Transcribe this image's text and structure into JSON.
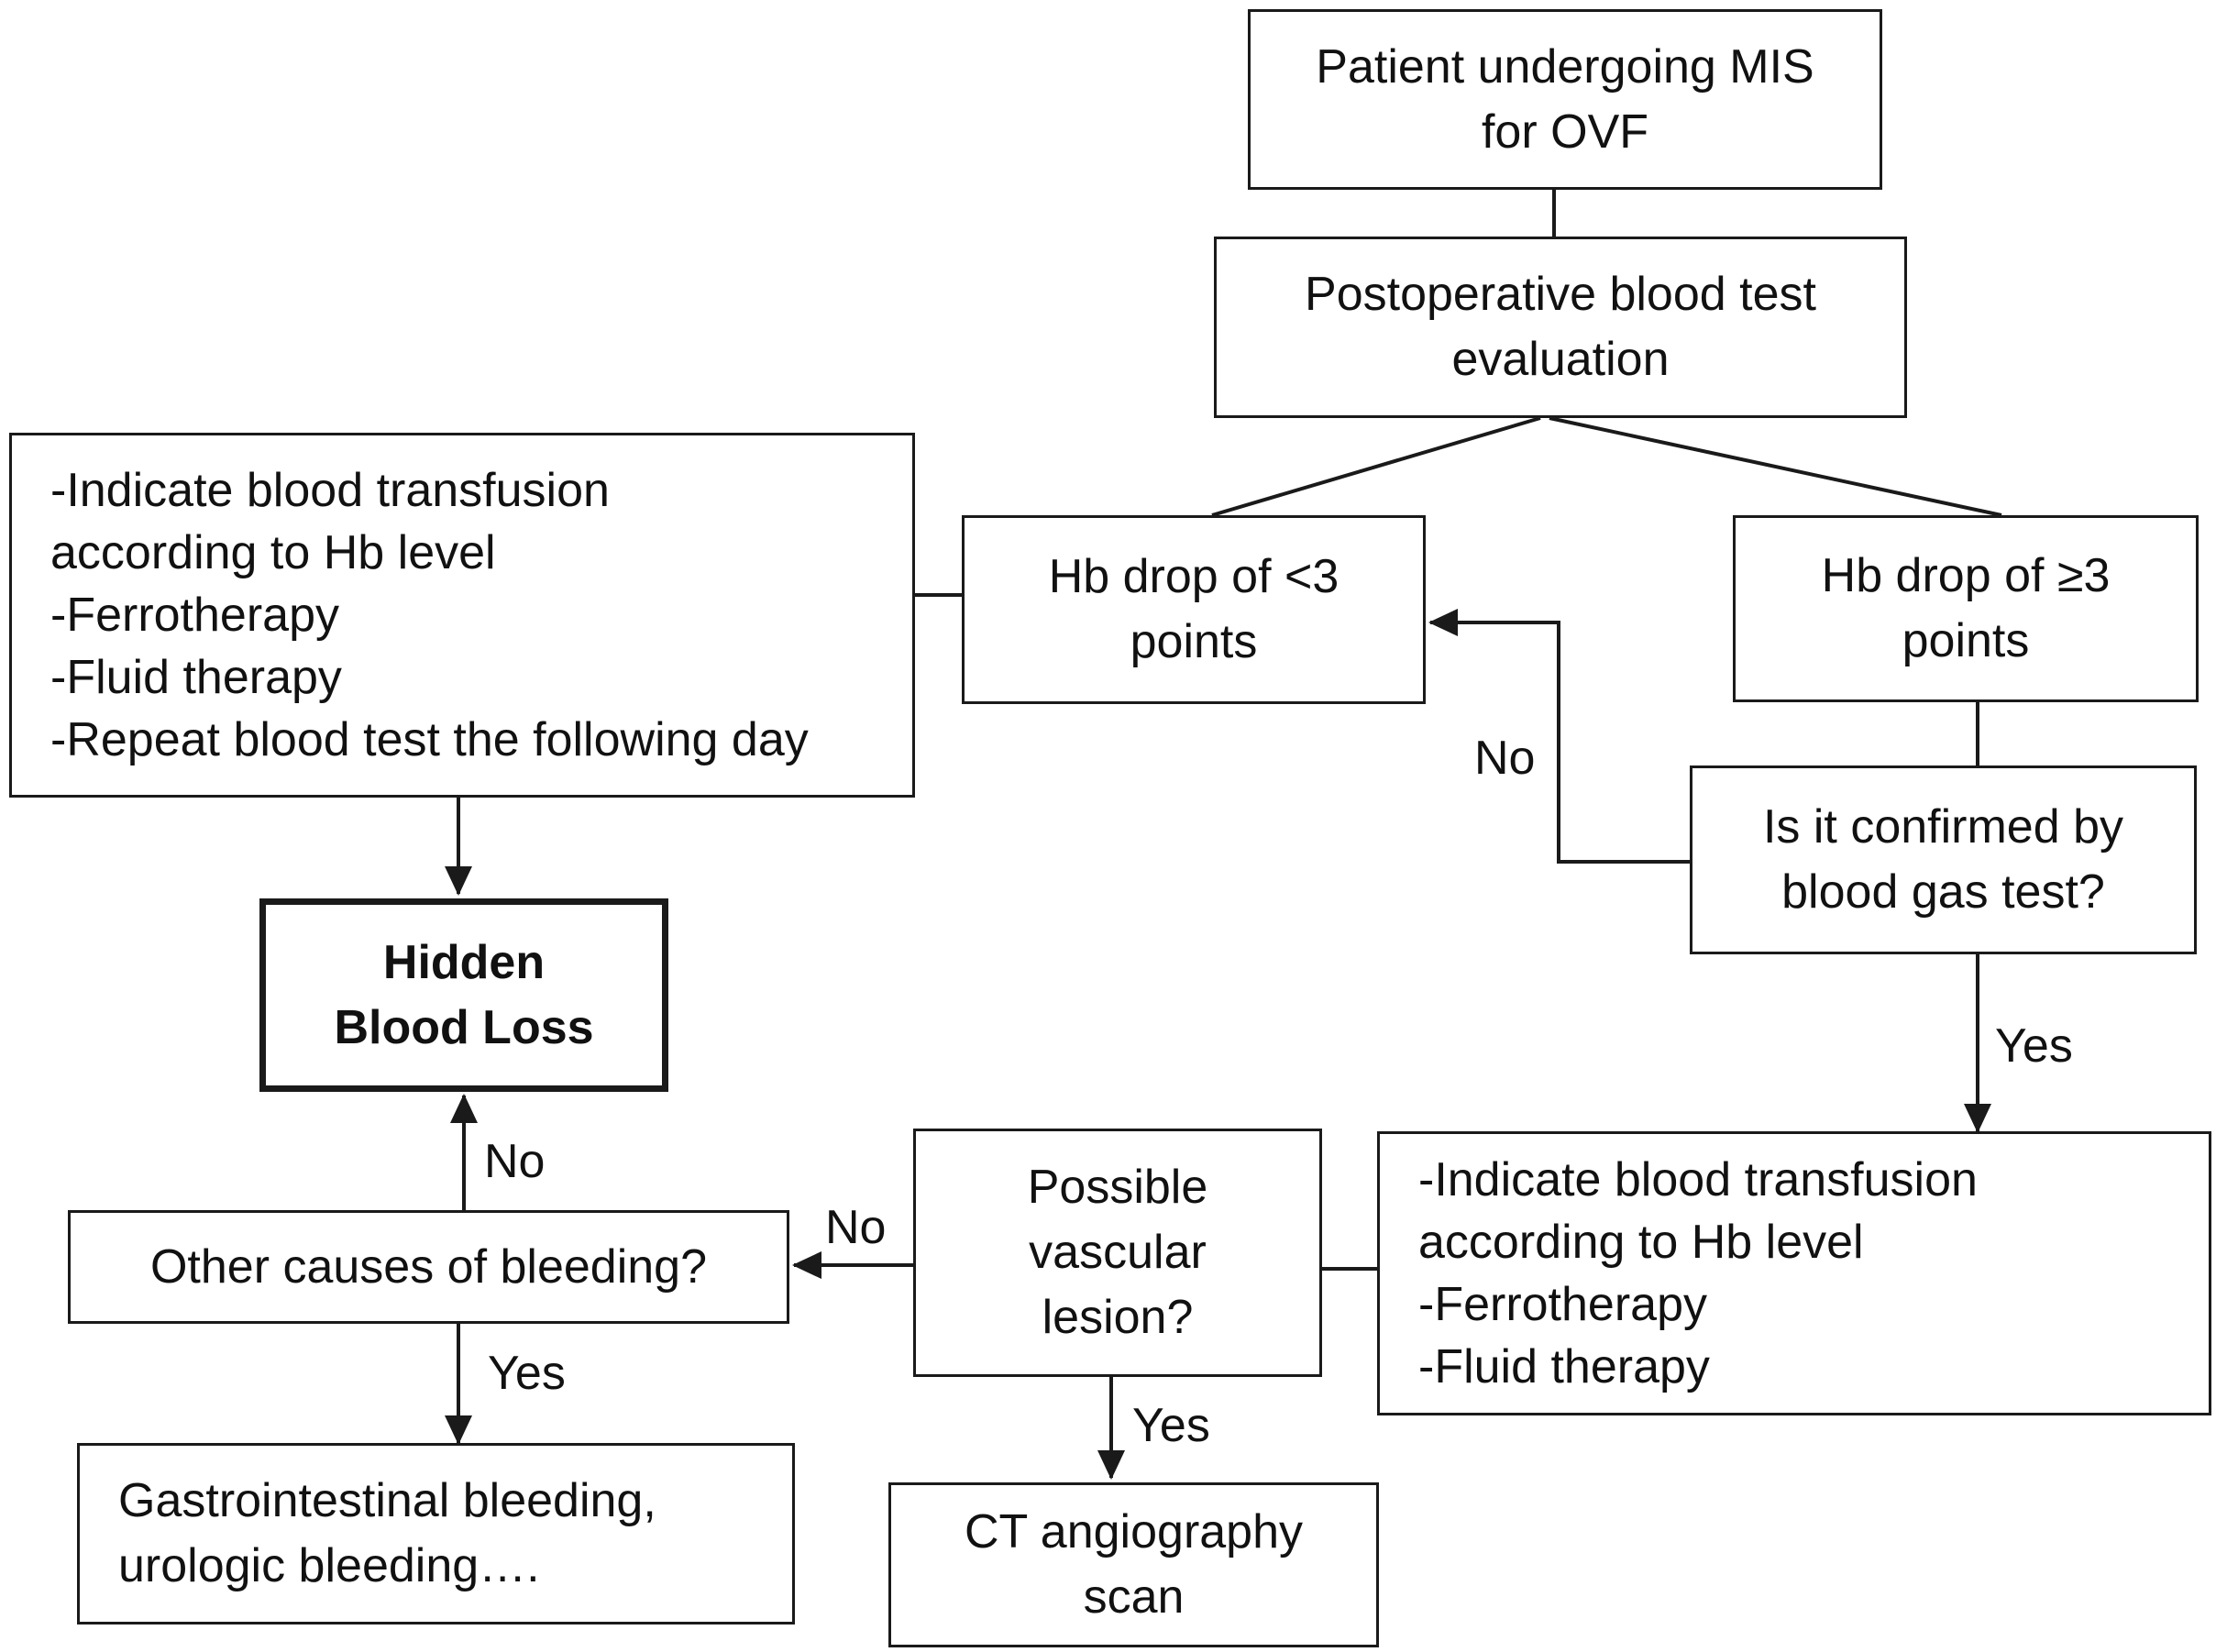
{
  "nodes": {
    "start": {
      "lines": [
        "Patient undergoing MIS",
        "for OVF"
      ]
    },
    "evaluation": {
      "lines": [
        "Postoperative blood test",
        "evaluation"
      ]
    },
    "management_minor": {
      "lines": [
        "-Indicate blood transfusion",
        "according to Hb level",
        "-Ferrotherapy",
        "-Fluid therapy",
        "-Repeat blood test the following day"
      ]
    },
    "hb_drop_low": {
      "lines": [
        "Hb drop of <3",
        "points"
      ]
    },
    "hb_drop_high": {
      "lines": [
        "Hb drop of ≥3",
        "points"
      ]
    },
    "blood_gas_question": {
      "lines": [
        "Is it confirmed by",
        "blood gas test?"
      ]
    },
    "hidden_blood_loss": {
      "lines": [
        "Hidden",
        "Blood Loss"
      ]
    },
    "management_major": {
      "lines": [
        "-Indicate blood transfusion",
        "according to Hb level",
        "-Ferrotherapy",
        "-Fluid therapy"
      ]
    },
    "vascular_question": {
      "lines": [
        "Possible",
        "vascular",
        "lesion?"
      ]
    },
    "other_causes_question": {
      "lines": [
        "Other causes of bleeding?"
      ]
    },
    "other_bleeding": {
      "lines": [
        "Gastrointestinal bleeding,",
        "urologic bleeding…."
      ]
    },
    "ct_scan": {
      "lines": [
        "CT angiography",
        "scan"
      ]
    }
  },
  "edge_labels": {
    "blood_gas_no": "No",
    "blood_gas_yes": "Yes",
    "other_causes_no": "No",
    "vascular_no": "No",
    "other_causes_yes": "Yes",
    "vascular_yes": "Yes"
  },
  "colors": {
    "line": "#1a1a1a",
    "text": "#111111",
    "background": "#ffffff"
  }
}
